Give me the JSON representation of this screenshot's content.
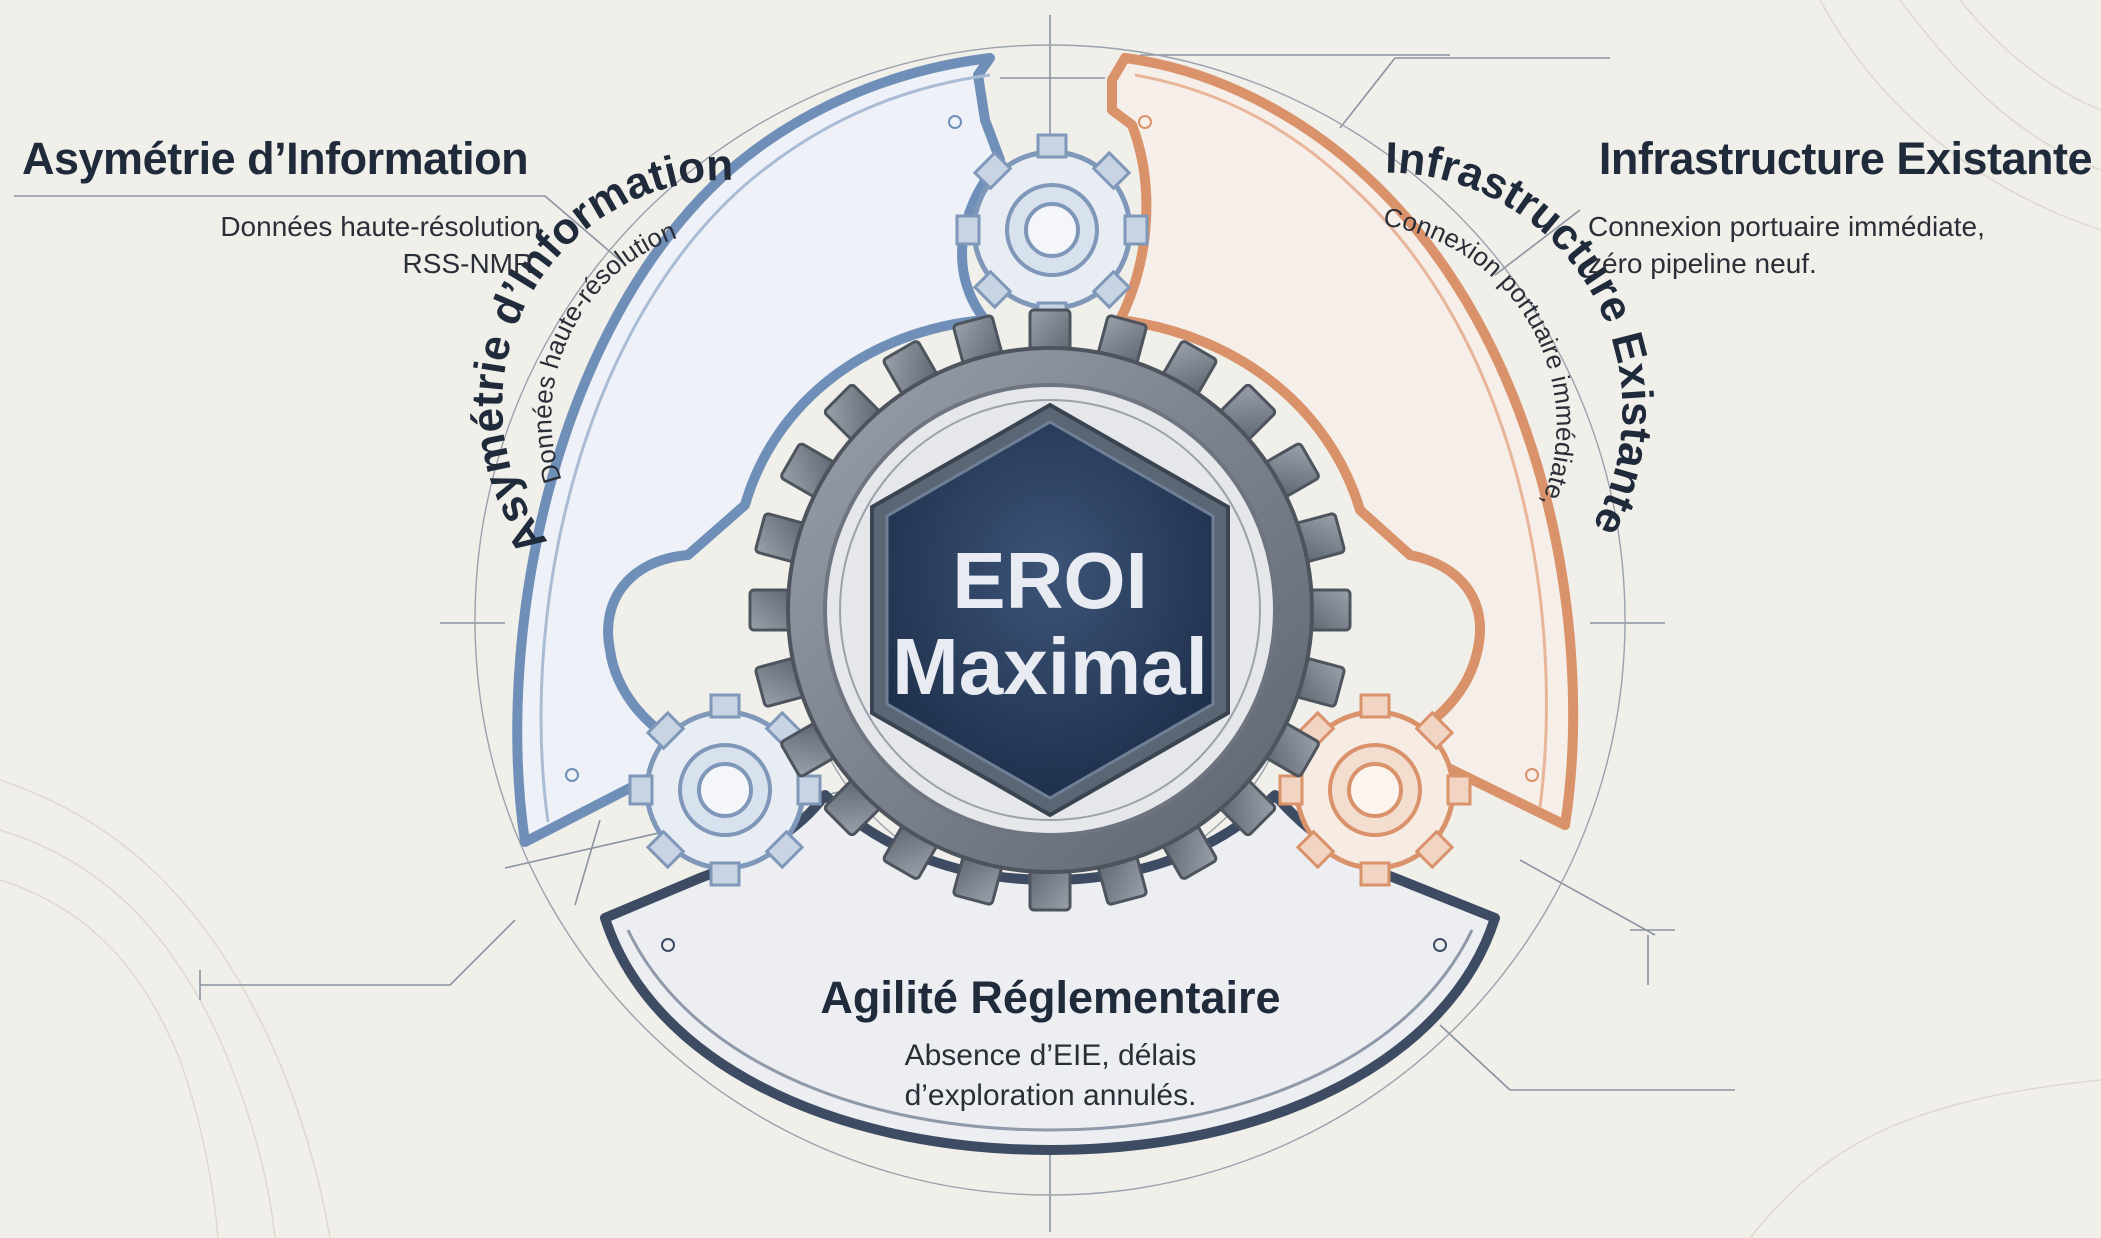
{
  "center": {
    "line1": "EROI",
    "line2": "Maximal"
  },
  "left": {
    "title": "Asymétrie d’Information",
    "desc_line1": "Données haute-résolution",
    "desc_line2": "RSS-NMR."
  },
  "right": {
    "title": "Infrastructure Existante",
    "desc_line1": "Connexion portuaire immédiate,",
    "desc_line2": "zéro pipeline neuf."
  },
  "bottom": {
    "title": "Agilité Réglementaire",
    "desc_line1": "Absence d’EIE, délais",
    "desc_line2": "d’exploration annulés."
  },
  "colors": {
    "background": "#f1efea",
    "blue_segment": "#6f8fb8",
    "copper_segment": "#d9926a",
    "navy_segment": "#3d4c63",
    "hexagon": "#273c5c",
    "gear": "#6f7782"
  }
}
